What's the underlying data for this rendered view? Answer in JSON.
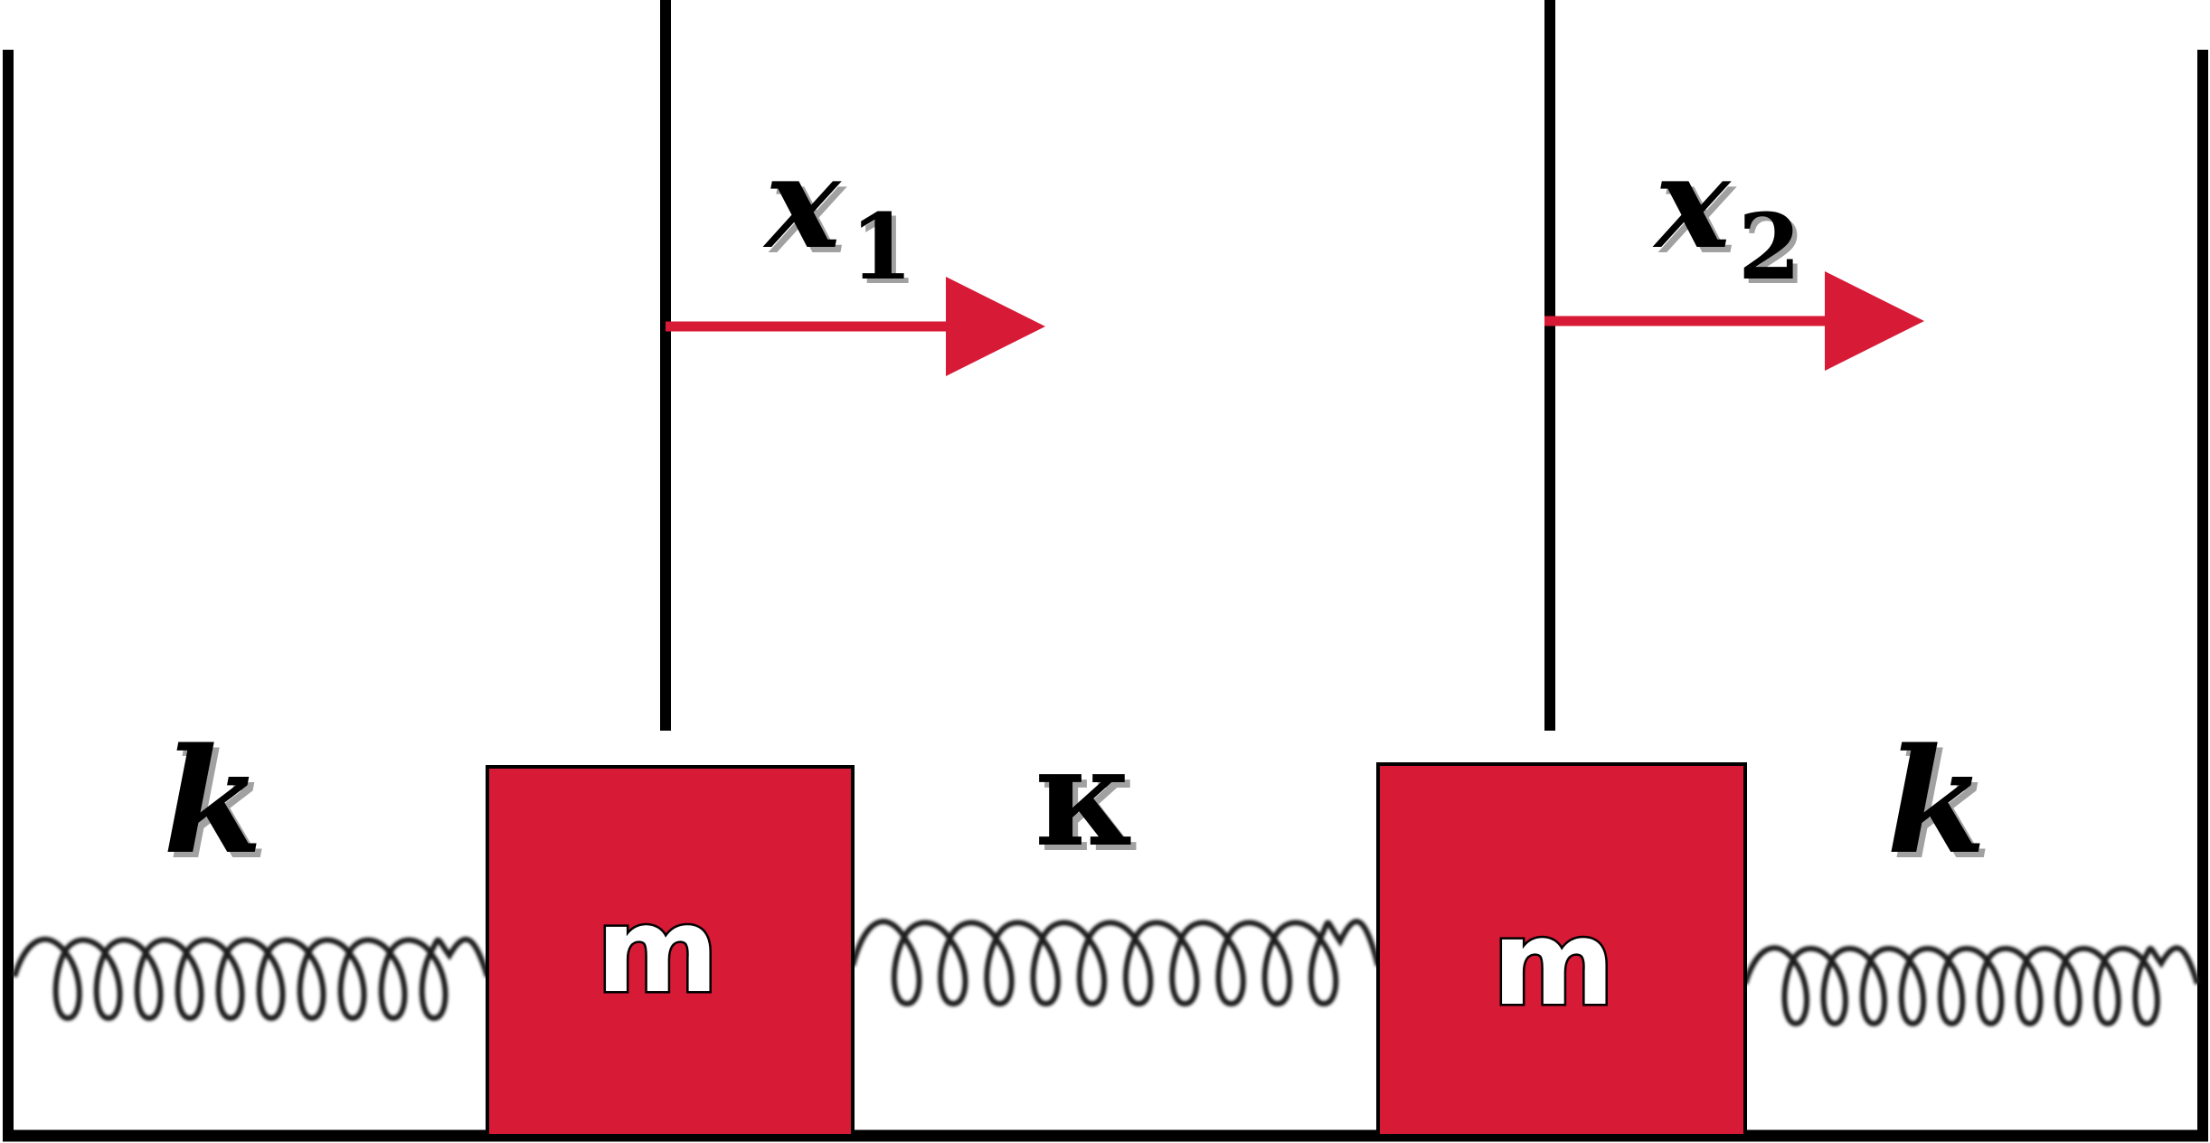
{
  "labels": {
    "x1_var": "x",
    "x1_sub": "1",
    "x2_var": "x",
    "x2_sub": "2",
    "spring_left": "k",
    "spring_middle": "κ",
    "spring_right": "k",
    "mass_left": "m",
    "mass_right": "m"
  },
  "colors": {
    "mass_fill": "#d71a35",
    "arrow": "#d71a35",
    "lines": "#000000",
    "spring": "#1a1a1a"
  },
  "springs": {
    "left_coils": 10,
    "middle_coils": 10,
    "right_coils": 10
  }
}
